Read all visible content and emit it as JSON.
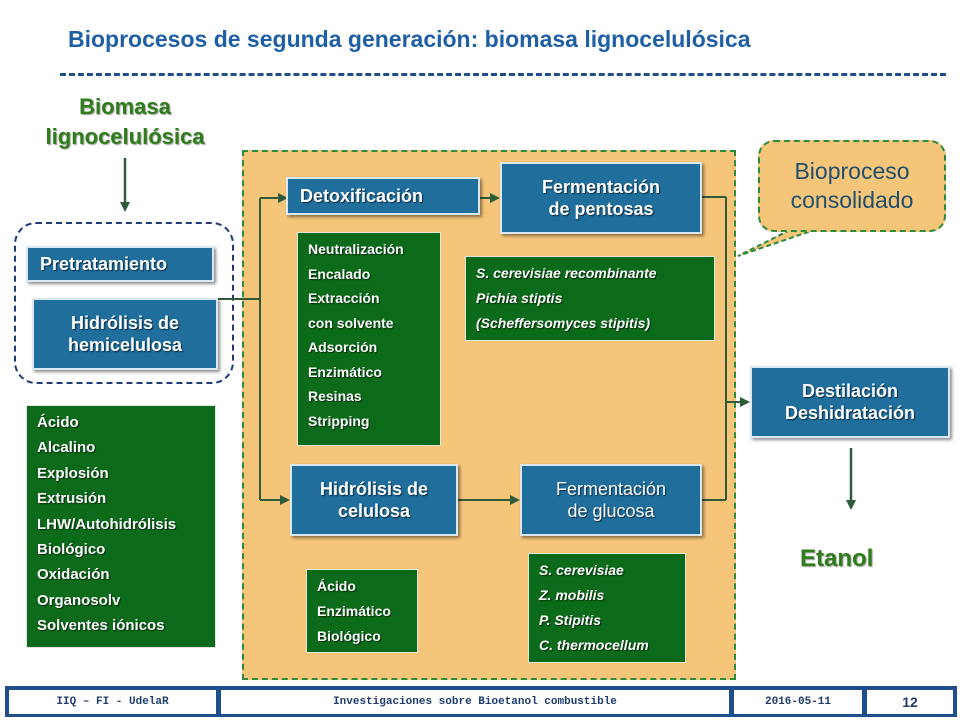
{
  "title": "Bioprocesos de segunda generación: biomasa lignocelulósica",
  "biomasa": {
    "line1": "Biomasa",
    "line2": "lignocelulósica"
  },
  "pretratamiento": "Pretratamiento",
  "hemicelulosa": {
    "line1": "Hidrólisis de",
    "line2": "hemicelulosa"
  },
  "pretrat_methods": [
    "Ácido",
    "Alcalino",
    "Explosión",
    "Extrusión",
    "LHW/Autohidrólisis",
    "Biológico",
    "Oxidación",
    "Organosolv",
    "Solventes iónicos"
  ],
  "detox": "Detoxificación",
  "detox_methods": [
    "Neutralización",
    "Encalado",
    "Extracción",
    "con solvente",
    "Adsorción",
    "Enzimático",
    "Resinas",
    "Stripping"
  ],
  "ferm_pentosas": {
    "line1": "Fermentación",
    "line2": "de pentosas"
  },
  "pentosas_orgs": [
    "S. cerevisiae recombinante",
    "Pichia stiptis",
    "(Scheffersomyces stipitis)"
  ],
  "hid_celulosa": {
    "line1": "Hidrólisis de",
    "line2": "celulosa"
  },
  "celulosa_methods": [
    "Ácido",
    "Enzimático",
    "Biológico"
  ],
  "ferm_glucosa": {
    "line1": "Fermentación",
    "line2": "de glucosa"
  },
  "glucosa_orgs": [
    "S.  cerevisiae",
    "Z. mobilis",
    "P. Stipitis",
    "C. thermocellum"
  ],
  "destilacion": {
    "line1": "Destilación",
    "line2": "Deshidratación"
  },
  "bioproceso": {
    "line1": "Bioproceso",
    "line2": "consolidado"
  },
  "etanol": "Etanol",
  "footer": {
    "left": "IIQ – FI - UdelaR",
    "center": "Investigaciones sobre Bioetanol combustible",
    "date": "2016-05-11",
    "page": "12"
  },
  "colors": {
    "title": "#1f5fa6",
    "blue_box": "#1f6e9c",
    "green_box": "#0b6b1a",
    "orange_panel": "#f5c67a",
    "green_text": "#2e7d1a",
    "footer_bar": "#1f4e8c"
  }
}
